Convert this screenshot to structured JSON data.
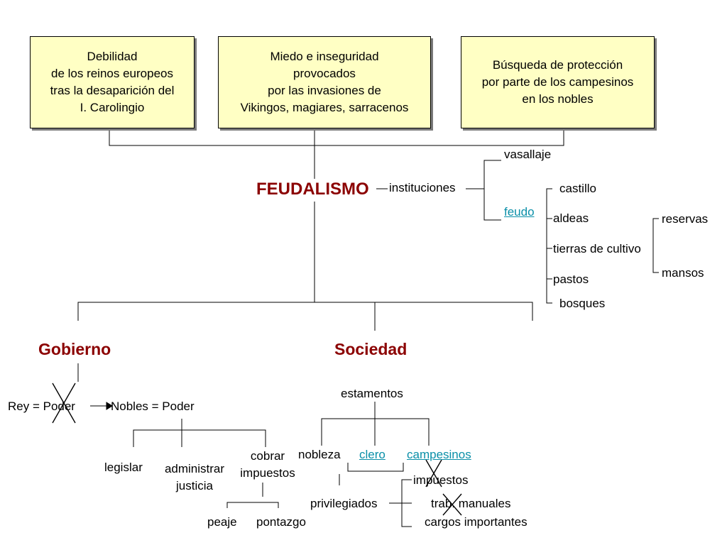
{
  "boxes": {
    "debilidad": "Debilidad\nde los reinos europeos\ntras la desaparición del\nI. Carolingio",
    "miedo": "Miedo e inseguridad\nprovocados\npor las invasiones de\nVikingos, magiares, sarracenos",
    "busqueda": "Búsqueda de protección\npor parte de los campesinos\nen los nobles"
  },
  "central": {
    "title": "FEUDALISMO"
  },
  "instituciones": {
    "label": "instituciones",
    "vasallaje": "vasallaje",
    "feudo": "feudo",
    "feudo_parts": {
      "castillo": "castillo",
      "aldeas": "aldeas",
      "tierras": "tierras de cultivo",
      "pastos": "pastos",
      "bosques": "bosques"
    },
    "reservas": "reservas",
    "mansos": "mansos"
  },
  "gobierno": {
    "title": "Gobierno",
    "rey": "Rey = Poder",
    "nobles": "Nobles = Poder",
    "legislar": "legislar",
    "administrar": "administrar\njusticia",
    "cobrar": "cobrar\nimpuestos",
    "peaje": "peaje",
    "pontazgo": "pontazgo"
  },
  "sociedad": {
    "title": "Sociedad",
    "estamentos": "estamentos",
    "nobleza": "nobleza",
    "clero": "clero",
    "campesinos": "campesinos",
    "impuestos": "impuestos",
    "privilegiados": "privilegiados",
    "trab_manuales": "trab. manuales",
    "cargos": "cargos importantes"
  },
  "colors": {
    "box_fill": "#ffffc4",
    "title_red": "#8b0000",
    "link": "#0a8fa8"
  }
}
